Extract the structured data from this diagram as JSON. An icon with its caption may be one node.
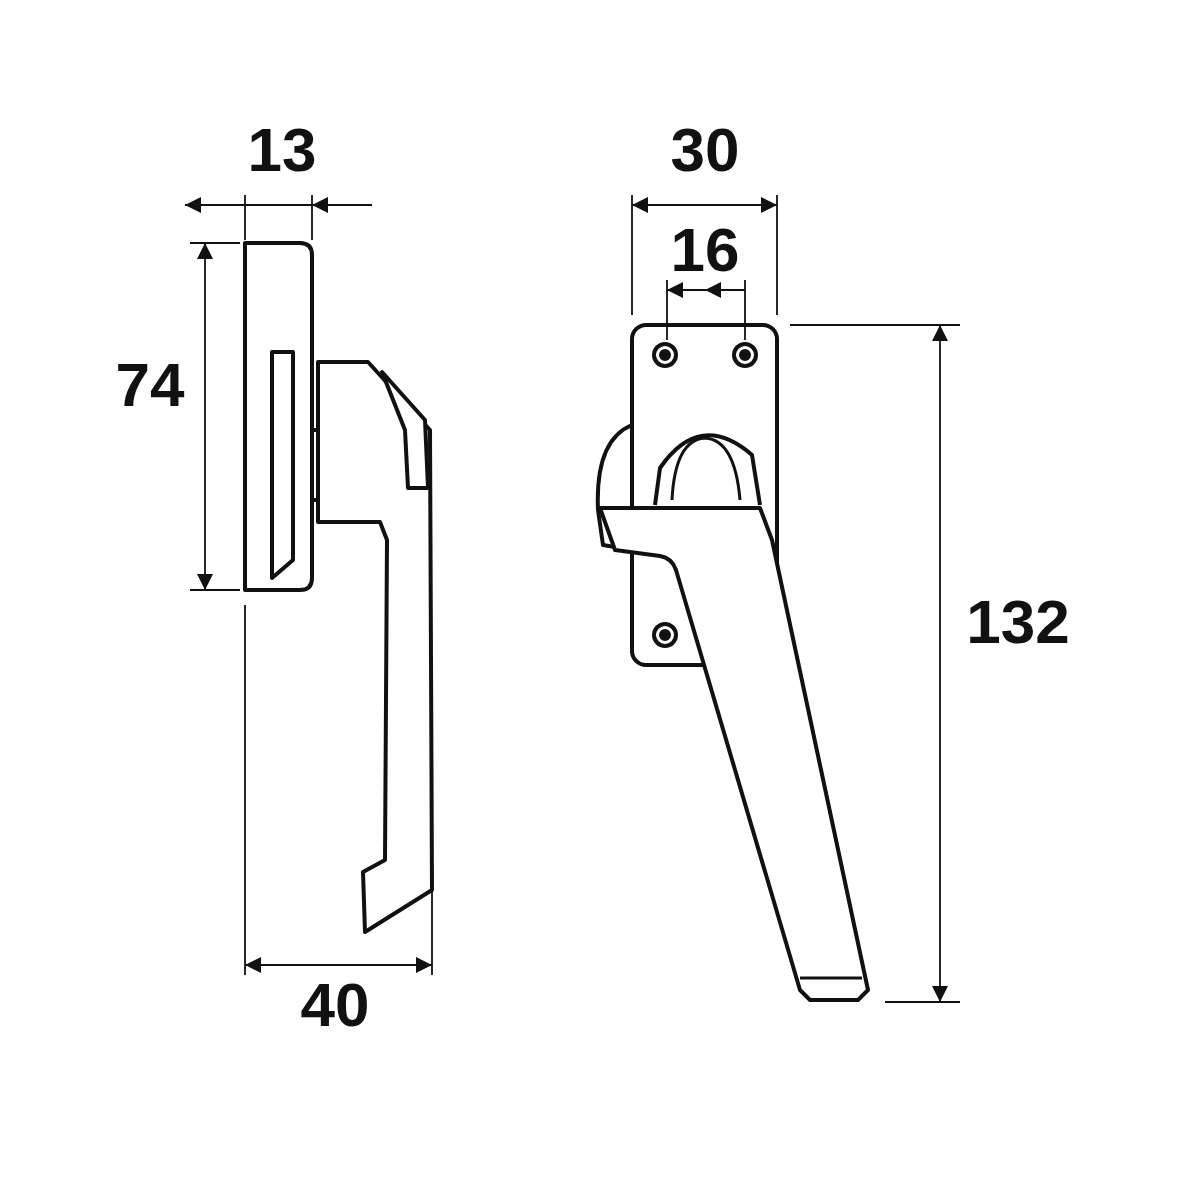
{
  "diagram": {
    "labels": [
      "13",
      "74",
      "40",
      "30",
      "16",
      "132"
    ]
  }
}
